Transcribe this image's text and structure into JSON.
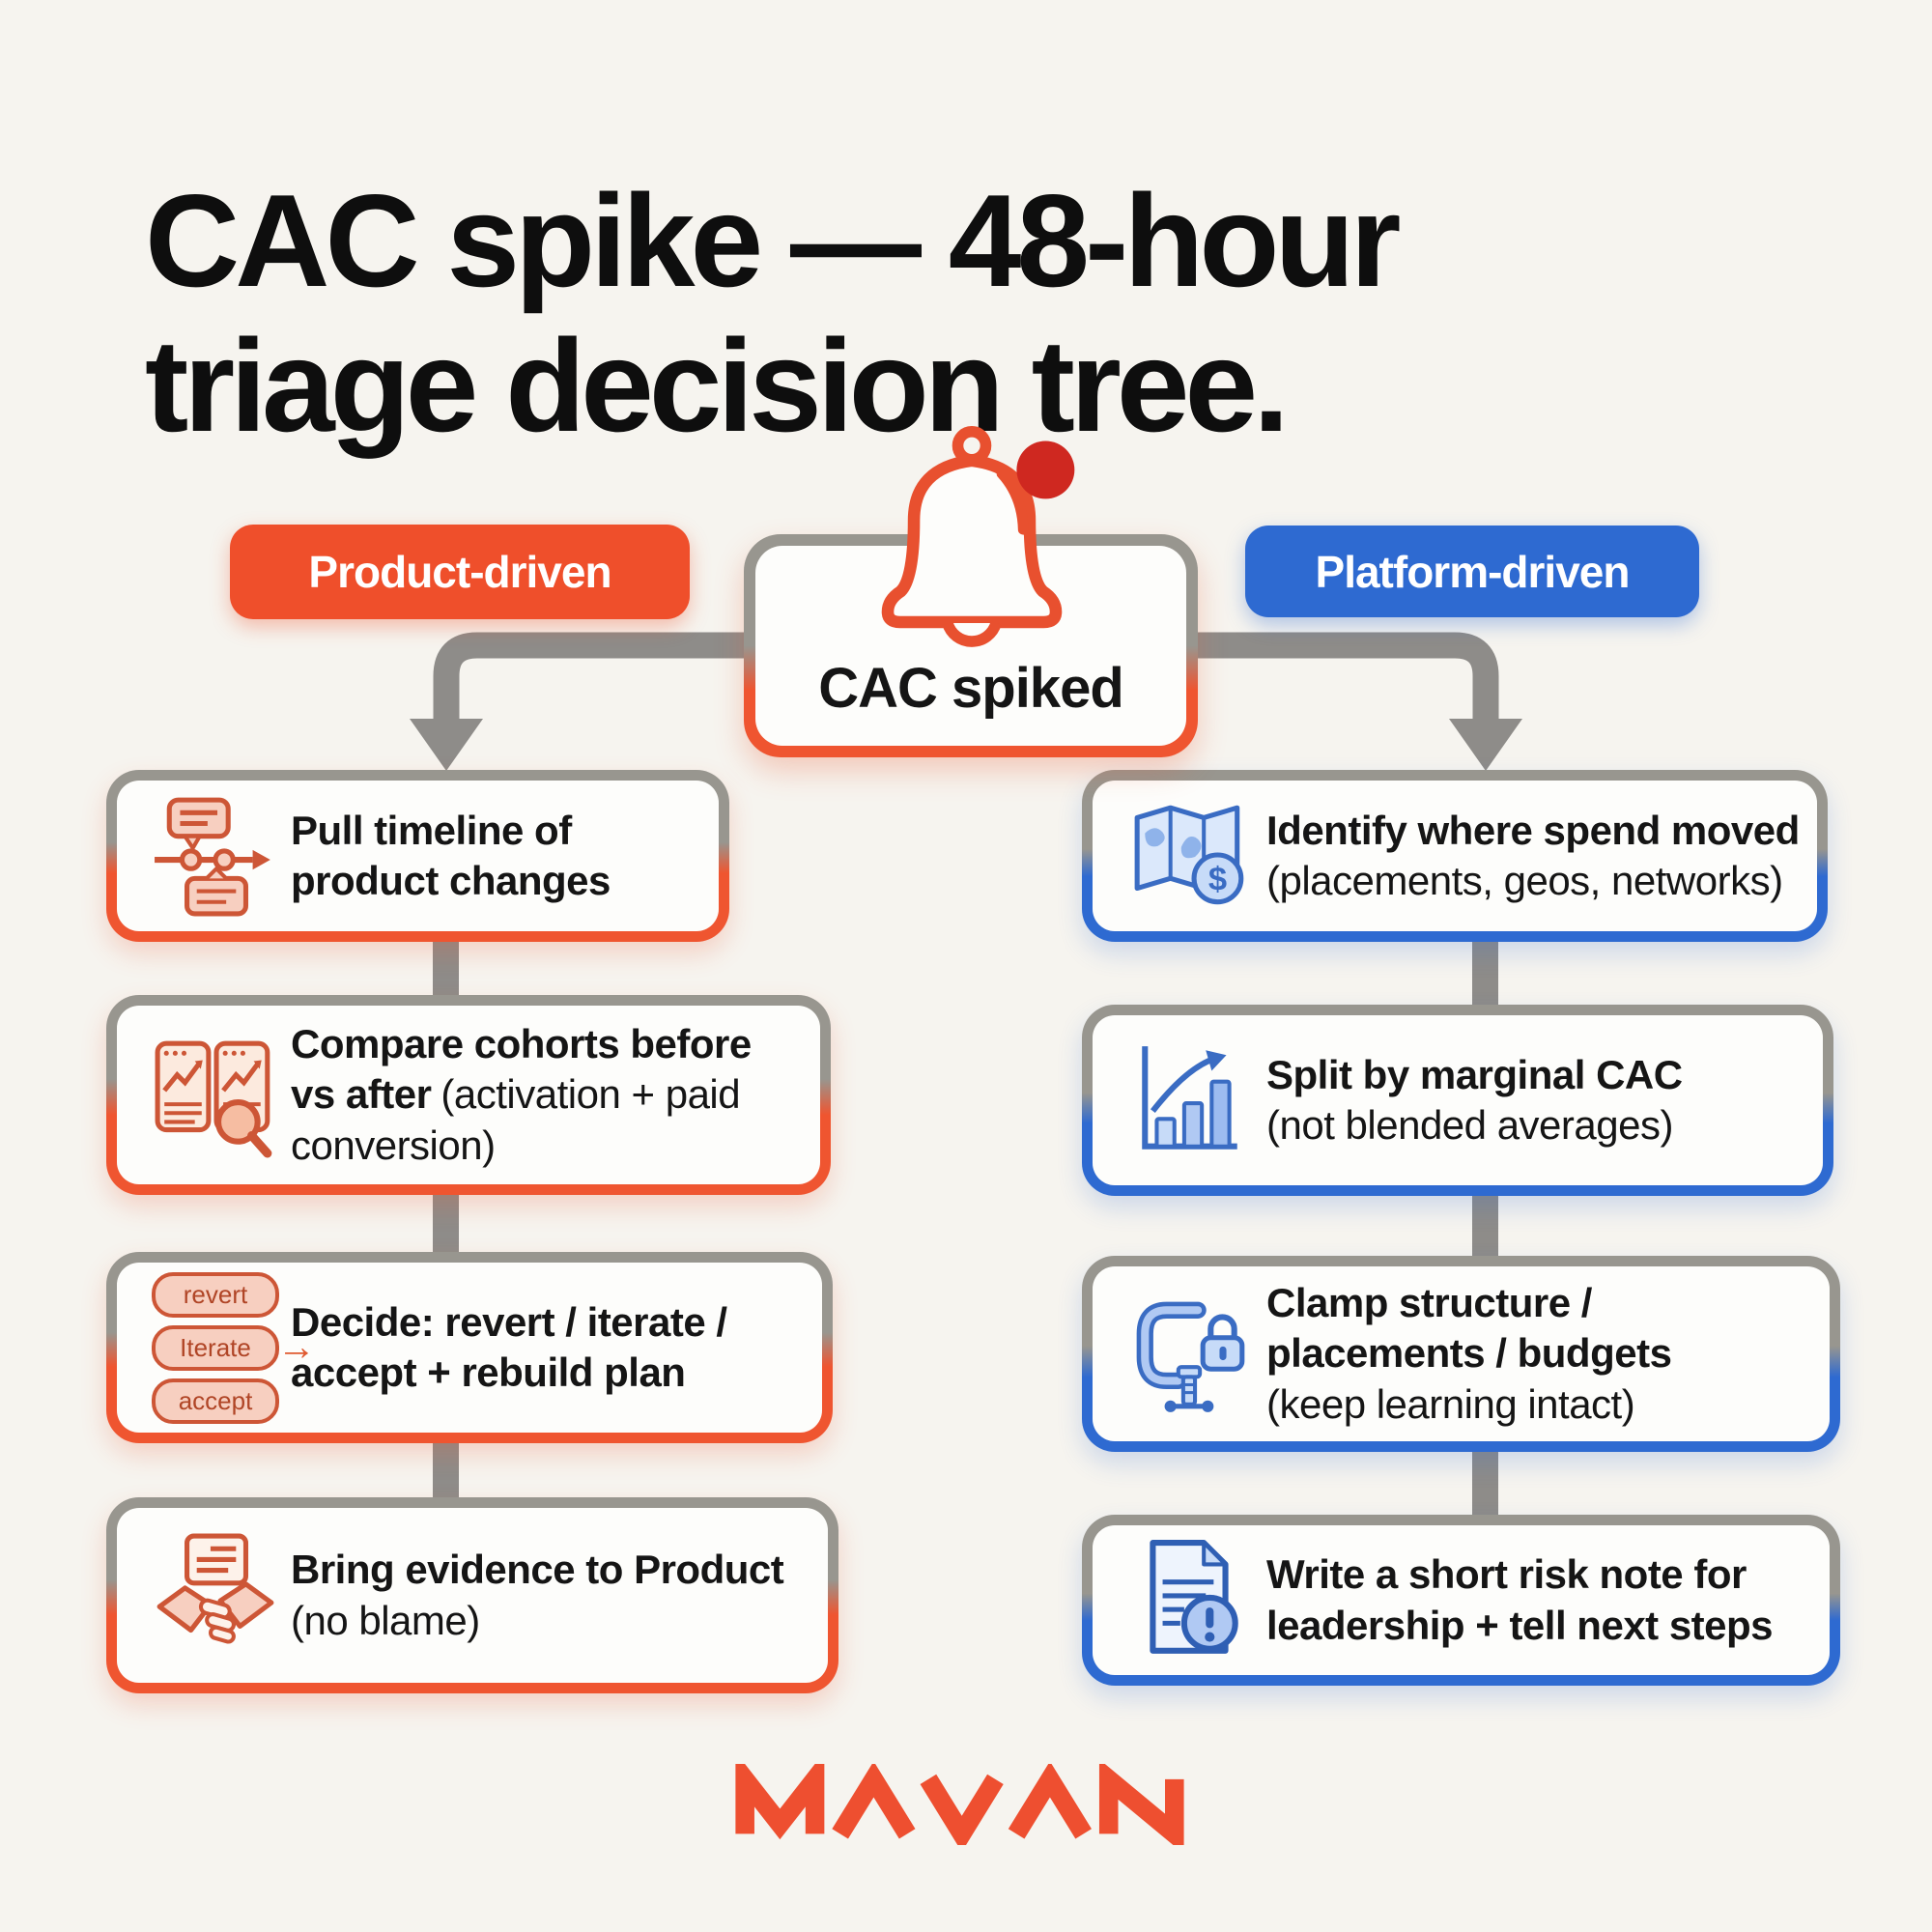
{
  "title": {
    "line1": "CAC spike — 48-hour",
    "line2": "triage decision tree."
  },
  "root": {
    "label": "CAC spiked",
    "icon": "bell-alert-icon"
  },
  "branches": {
    "left": {
      "label": "Product-driven",
      "color": "#ef4f2b"
    },
    "right": {
      "label": "Platform-driven",
      "color": "#2e6ad1"
    }
  },
  "left_steps": [
    {
      "icon": "timeline-icon",
      "bold": "Pull timeline of product changes",
      "normal": ""
    },
    {
      "icon": "cohort-compare-icon",
      "bold": "Compare cohorts before vs after",
      "normal": "(activation + paid conversion)"
    },
    {
      "icon": "decision-pills-icon",
      "bold": "Decide: revert / iterate / accept + rebuild plan",
      "normal": ""
    },
    {
      "icon": "handshake-icon",
      "bold": "Bring evidence to Product",
      "normal": "(no blame)"
    }
  ],
  "right_steps": [
    {
      "icon": "map-spend-icon",
      "bold": "Identify where spend moved",
      "normal": "(placements, geos, networks)"
    },
    {
      "icon": "marginal-chart-icon",
      "bold": "Split by marginal CAC",
      "normal": "(not blended averages)"
    },
    {
      "icon": "clamp-lock-icon",
      "bold": "Clamp structure / placements / budgets",
      "normal": "(keep learning intact)"
    },
    {
      "icon": "risk-note-icon",
      "bold": "Write a short risk note for leadership + tell next steps",
      "normal": ""
    }
  ],
  "decision_pills": [
    "revert",
    "Iterate",
    "accept"
  ],
  "logo": {
    "text": "MAVAN",
    "color": "#ee4f30"
  },
  "colors": {
    "background": "#f6f4ef",
    "connector": "#8e8c89",
    "orange": "#ef5530",
    "blue": "#2e6ad1",
    "bell_red": "#cf2820",
    "text": "#151515"
  }
}
